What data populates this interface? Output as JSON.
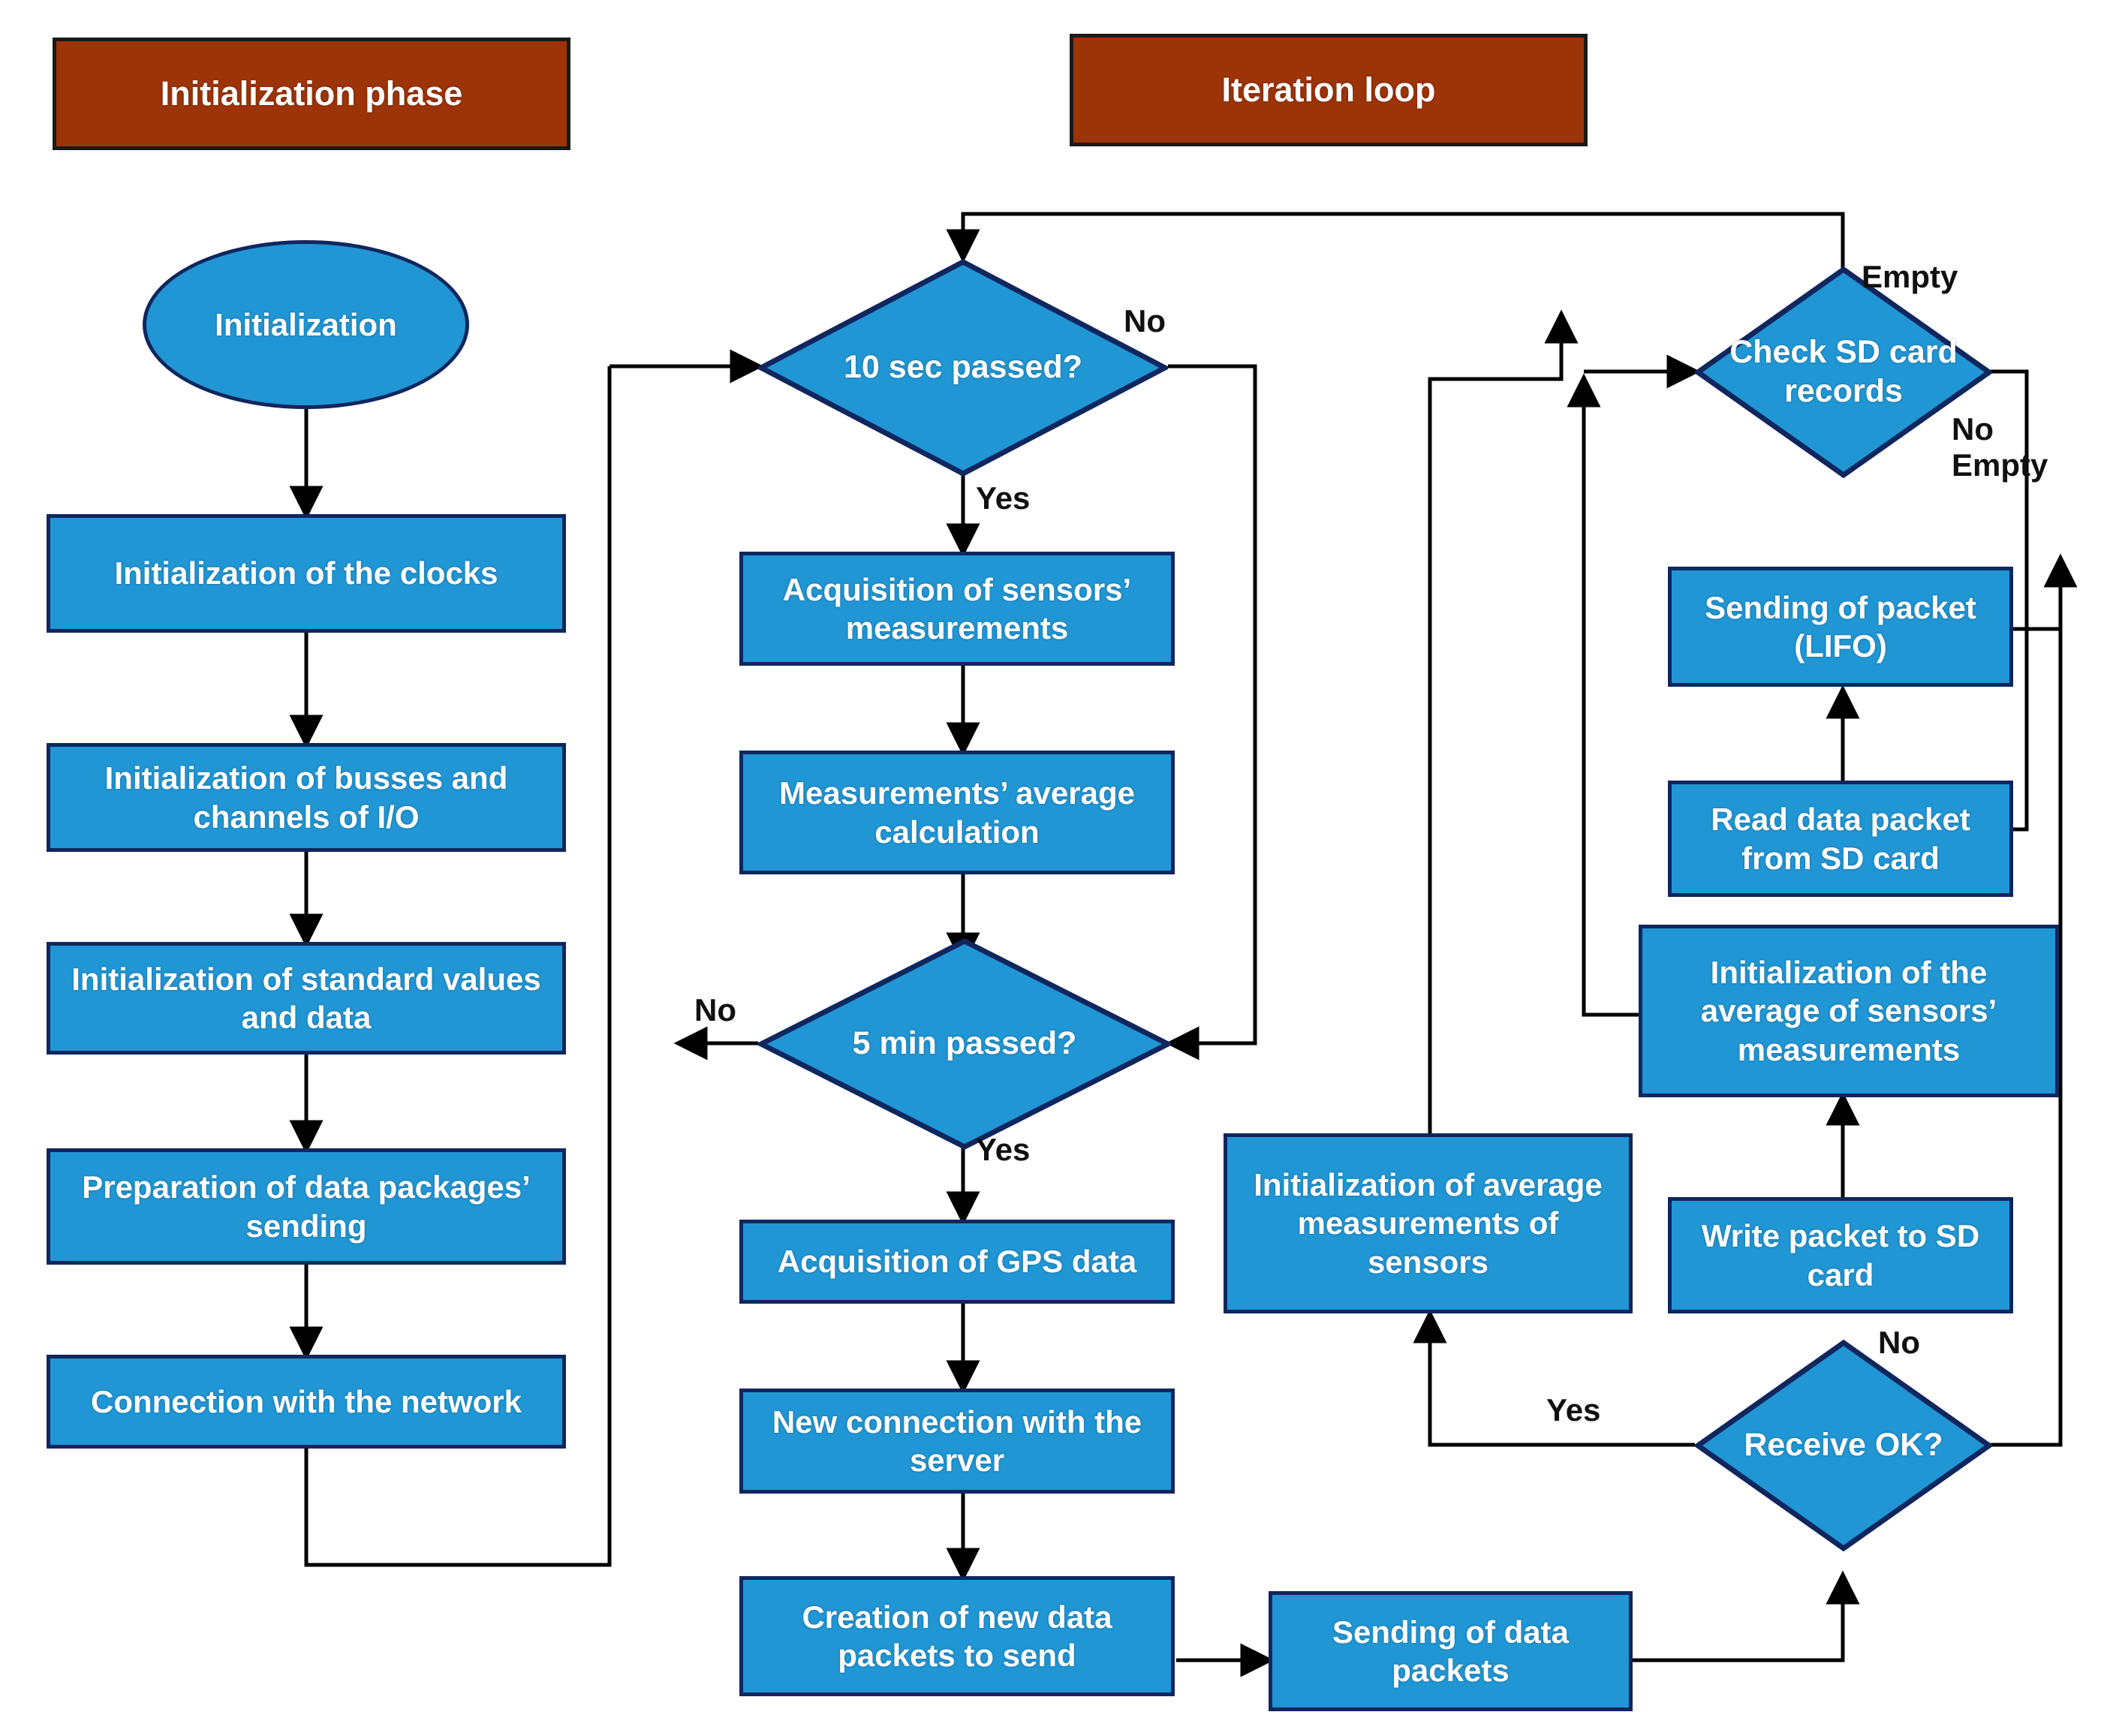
{
  "diagram": {
    "title_banners": [
      {
        "id": "init-phase",
        "label": "Initialization phase"
      },
      {
        "id": "iteration-loop",
        "label": "Iteration loop"
      }
    ],
    "nodes": [
      {
        "id": "initialization",
        "type": "terminator",
        "label": "Initialization"
      },
      {
        "id": "init-clocks",
        "type": "process",
        "label": "Initialization of the clocks"
      },
      {
        "id": "init-busses",
        "type": "process",
        "label": "Initialization of busses and channels of I/O"
      },
      {
        "id": "init-standard-values",
        "type": "process",
        "label": "Initialization of standard values and data"
      },
      {
        "id": "prep-data-packages",
        "type": "process",
        "label": "Preparation of data packages’ sending"
      },
      {
        "id": "connection-network",
        "type": "process",
        "label": "Connection with the network"
      },
      {
        "id": "ten-sec-passed",
        "type": "decision",
        "label": "10 sec passed?"
      },
      {
        "id": "acq-sensors",
        "type": "process",
        "label": "Acquisition of sensors’ measurements"
      },
      {
        "id": "avg-calculation",
        "type": "process",
        "label": "Measurements’ average calculation"
      },
      {
        "id": "five-min-passed",
        "type": "decision",
        "label": "5 min passed?"
      },
      {
        "id": "acq-gps",
        "type": "process",
        "label": "Acquisition of GPS data"
      },
      {
        "id": "new-connection-server",
        "type": "process",
        "label": "New connection with the server"
      },
      {
        "id": "creation-packets",
        "type": "process",
        "label": "Creation of new data packets to send"
      },
      {
        "id": "sending-data-packets",
        "type": "process",
        "label": "Sending of data packets"
      },
      {
        "id": "init-avg-measurements",
        "type": "process",
        "label": "Initialization of average measurements of sensors"
      },
      {
        "id": "receive-ok",
        "type": "decision",
        "label": "Receive OK?"
      },
      {
        "id": "write-packet-sd",
        "type": "process",
        "label": "Write packet to SD card"
      },
      {
        "id": "init-avg-of-sensors",
        "type": "process",
        "label": "Initialization of the average of sensors’ measurements"
      },
      {
        "id": "read-packet-sd",
        "type": "process",
        "label": "Read data packet from SD card"
      },
      {
        "id": "sending-packet-lifo",
        "type": "process",
        "label": "Sending of packet (LIFO)"
      },
      {
        "id": "check-sd-records",
        "type": "decision",
        "label": "Check SD card records"
      }
    ],
    "edge_labels": [
      {
        "id": "no-10sec",
        "text": "No"
      },
      {
        "id": "yes-10sec",
        "text": "Yes"
      },
      {
        "id": "no-5min",
        "text": "No"
      },
      {
        "id": "yes-5min",
        "text": "Yes"
      },
      {
        "id": "yes-receive",
        "text": "Yes"
      },
      {
        "id": "no-receive",
        "text": "No"
      },
      {
        "id": "empty-sd",
        "text": "Empty"
      },
      {
        "id": "no-empty-sd",
        "text": "No\nEmpty"
      }
    ],
    "colors": {
      "process_fill": "#2196d4",
      "process_border": "#10265e",
      "banner_fill": "#9c3408",
      "banner_border": "#1a1a1a",
      "edge_stroke": "#000000",
      "text": "#ffffff",
      "label_text": "#111111",
      "background": "#ffffff"
    }
  }
}
